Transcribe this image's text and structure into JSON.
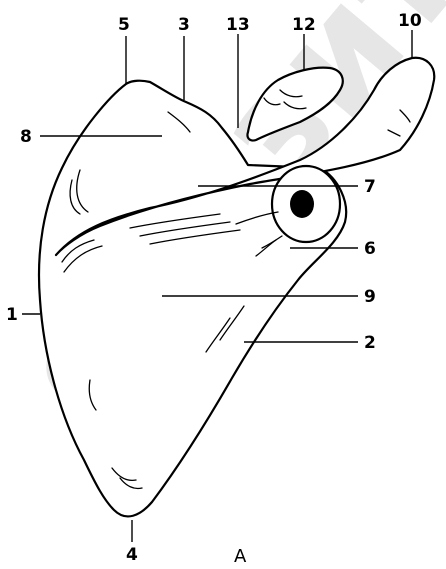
{
  "figure": {
    "caption": "А",
    "watermark": "епозит",
    "labels": [
      {
        "id": "label-1",
        "text": "1"
      },
      {
        "id": "label-2",
        "text": "2"
      },
      {
        "id": "label-3",
        "text": "3"
      },
      {
        "id": "label-4",
        "text": "4"
      },
      {
        "id": "label-5",
        "text": "5"
      },
      {
        "id": "label-6",
        "text": "6"
      },
      {
        "id": "label-7",
        "text": "7"
      },
      {
        "id": "label-8",
        "text": "8"
      },
      {
        "id": "label-9",
        "text": "9"
      },
      {
        "id": "label-10",
        "text": "10"
      },
      {
        "id": "label-12",
        "text": "12"
      },
      {
        "id": "label-13",
        "text": "13"
      }
    ]
  }
}
